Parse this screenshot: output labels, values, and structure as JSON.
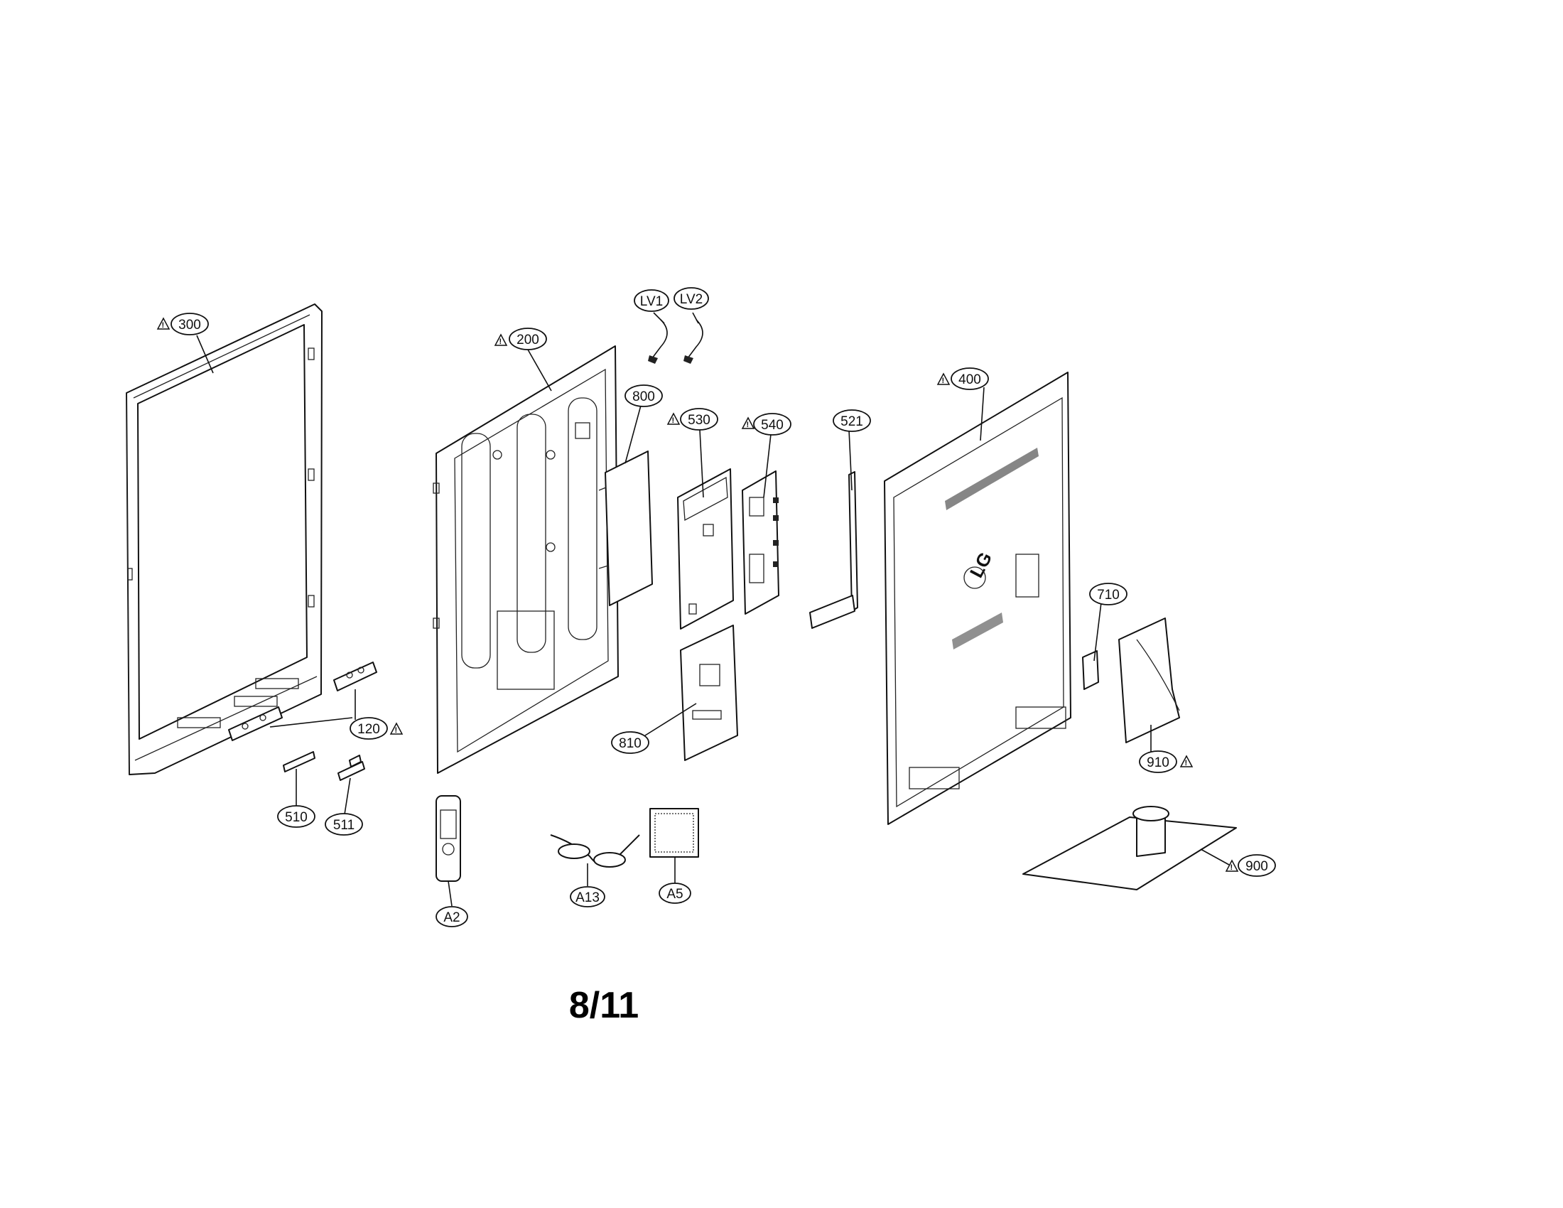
{
  "page_number": "8/11",
  "callouts": [
    {
      "id": "c300",
      "label": "300",
      "warning": true
    },
    {
      "id": "c200",
      "label": "200",
      "warning": true
    },
    {
      "id": "cLV1",
      "label": "LV1",
      "warning": false
    },
    {
      "id": "cLV2",
      "label": "LV2",
      "warning": false
    },
    {
      "id": "c800",
      "label": "800",
      "warning": false
    },
    {
      "id": "c530",
      "label": "530",
      "warning": true
    },
    {
      "id": "c540",
      "label": "540",
      "warning": true
    },
    {
      "id": "c521",
      "label": "521",
      "warning": false
    },
    {
      "id": "c400",
      "label": "400",
      "warning": true
    },
    {
      "id": "c710",
      "label": "710",
      "warning": false
    },
    {
      "id": "c910",
      "label": "910",
      "warning": true
    },
    {
      "id": "c900",
      "label": "900",
      "warning": true
    },
    {
      "id": "c120",
      "label": "120",
      "warning": true
    },
    {
      "id": "c510",
      "label": "510",
      "warning": false
    },
    {
      "id": "c511",
      "label": "511",
      "warning": false
    },
    {
      "id": "c810",
      "label": "810",
      "warning": false
    },
    {
      "id": "cA2",
      "label": "A2",
      "warning": false
    },
    {
      "id": "cA13",
      "label": "A13",
      "warning": false
    },
    {
      "id": "cA5",
      "label": "A5",
      "warning": false
    }
  ],
  "logo_text": "LG"
}
